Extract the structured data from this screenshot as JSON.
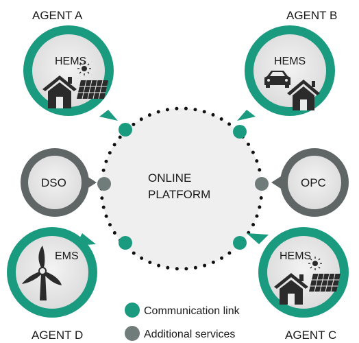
{
  "agents": {
    "a": {
      "name": "AGENT A",
      "system": "HEMS",
      "icons": [
        "house-icon",
        "sun-icon",
        "solar-panel-icon"
      ]
    },
    "b": {
      "name": "AGENT B",
      "system": "HEMS",
      "icons": [
        "car-icon",
        "house-icon"
      ]
    },
    "c": {
      "name": "AGENT C",
      "system": "HEMS",
      "icons": [
        "house-icon",
        "sun-icon",
        "solar-panel-icon"
      ]
    },
    "d": {
      "name": "AGENT D",
      "system": "EMS",
      "icons": [
        "wind-turbine-icon"
      ]
    }
  },
  "services": {
    "left": "DSO",
    "right": "OPC"
  },
  "platform": {
    "line1": "ONLINE",
    "line2": "PLATFORM"
  },
  "legend": {
    "communication": "Communication link",
    "additional": "Additional services"
  },
  "colors": {
    "teal": "#1a9b80",
    "teal_light": "#3fb69c",
    "grey": "#6f7c7a",
    "grey_ring": "#5f6665",
    "node_fill": "#ebebeb",
    "icon": "#2b2b2b"
  }
}
